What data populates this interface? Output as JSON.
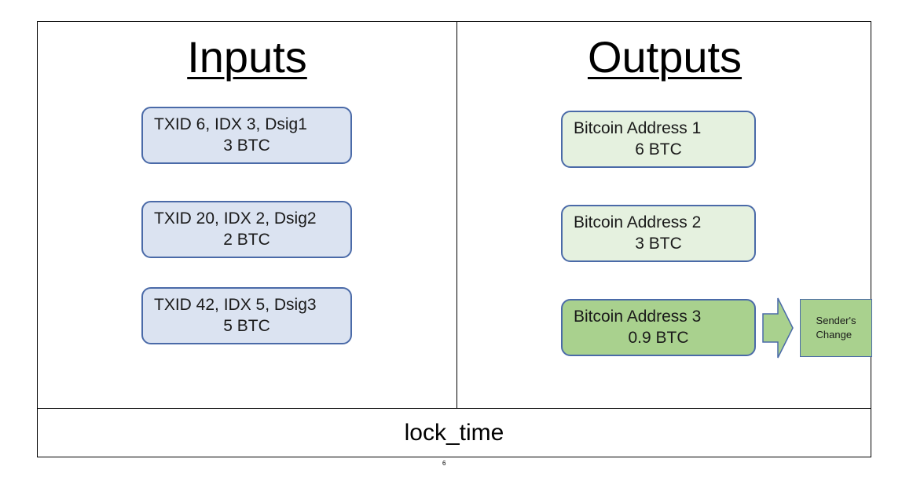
{
  "inputs": {
    "heading": "Inputs",
    "items": [
      {
        "line1": "TXID 6, IDX 3, Dsig1",
        "line2": "3 BTC"
      },
      {
        "line1": "TXID 20, IDX 2, Dsig2",
        "line2": "2 BTC"
      },
      {
        "line1": "TXID 42, IDX 5, Dsig3",
        "line2": "5 BTC"
      }
    ]
  },
  "outputs": {
    "heading": "Outputs",
    "items": [
      {
        "line1": "Bitcoin Address 1",
        "line2": "6 BTC"
      },
      {
        "line1": "Bitcoin Address 2",
        "line2": "3 BTC"
      },
      {
        "line1": "Bitcoin Address 3",
        "line2": "0.9 BTC"
      }
    ],
    "change_label_line1": "Sender's",
    "change_label_line2": "Change"
  },
  "footer": {
    "lock_time": "lock_time",
    "page_number": "6"
  },
  "colors": {
    "input_fill": "#dbe3f1",
    "output_fill": "#e5f1df",
    "highlight_fill": "#a9d18e",
    "border": "#4a6aa8"
  }
}
